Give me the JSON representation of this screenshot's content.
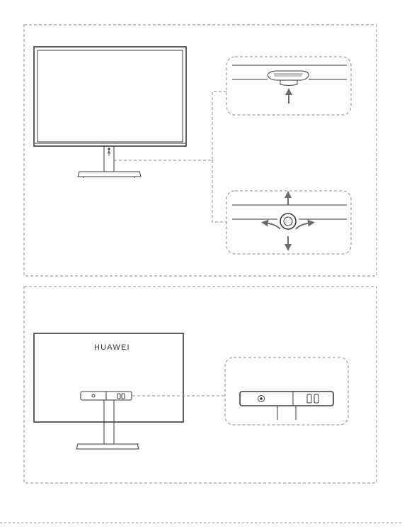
{
  "brand": {
    "logo_text": "HUAWEI"
  },
  "colors": {
    "stroke": "#3a3a3a",
    "dashed": "#8a8a8a",
    "arrow": "#6b6b6b"
  },
  "panels": {
    "front": {
      "view": "monitor-front",
      "callouts": [
        "power-button-detail",
        "joystick-detail"
      ]
    },
    "rear": {
      "view": "monitor-rear",
      "callouts": [
        "ports-detail"
      ]
    }
  }
}
